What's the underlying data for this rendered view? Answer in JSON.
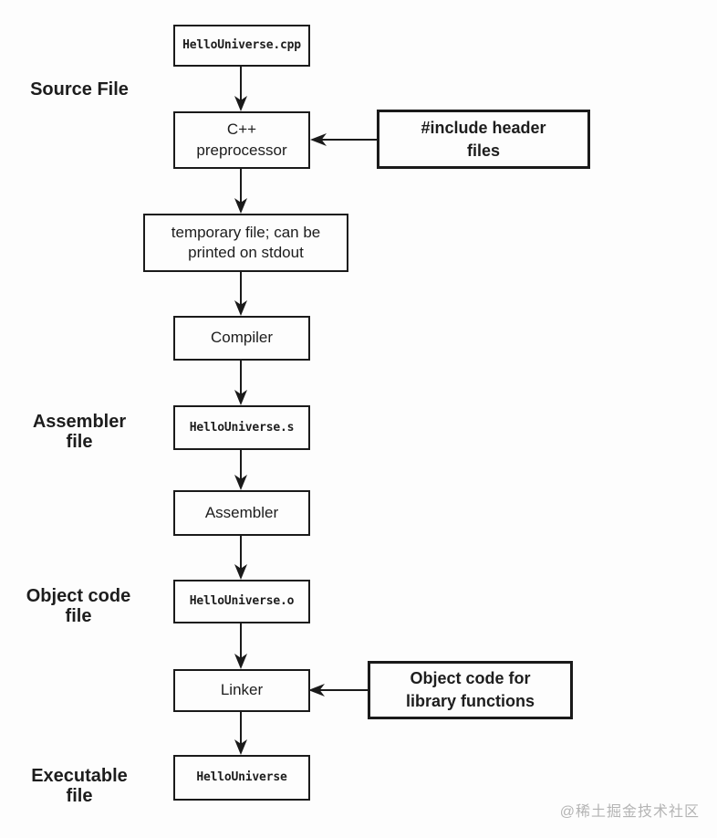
{
  "colors": {
    "background": "#fdfdfd",
    "line": "#1a1a1a",
    "text": "#1d1d1d",
    "watermark": "#b4b4b4"
  },
  "side_labels": {
    "source": {
      "line1": "Source File"
    },
    "assembler": {
      "line1": "Assembler",
      "line2": "file"
    },
    "object_code": {
      "line1": "Object code",
      "line2": "file"
    },
    "executable": {
      "line1": "Executable",
      "line2": "file"
    }
  },
  "boxes": {
    "source_file": {
      "label": "HelloUniverse.cpp"
    },
    "preprocessor": {
      "line1": "C++",
      "line2": "preprocessor"
    },
    "include_headers": {
      "line1": "#include header",
      "line2": "files"
    },
    "temp_file": {
      "line1": "temporary file; can be",
      "line2": "printed on stdout"
    },
    "compiler": {
      "label": "Compiler"
    },
    "assembly_file": {
      "label": "HelloUniverse.s"
    },
    "assembler": {
      "label": "Assembler"
    },
    "object_file": {
      "label": "HelloUniverse.o"
    },
    "linker": {
      "label": "Linker"
    },
    "library_objects": {
      "line1": "Object code for",
      "line2": "library functions"
    },
    "executable_file": {
      "label": "HelloUniverse"
    }
  },
  "watermark": {
    "text": "@稀土掘金技术社区"
  }
}
